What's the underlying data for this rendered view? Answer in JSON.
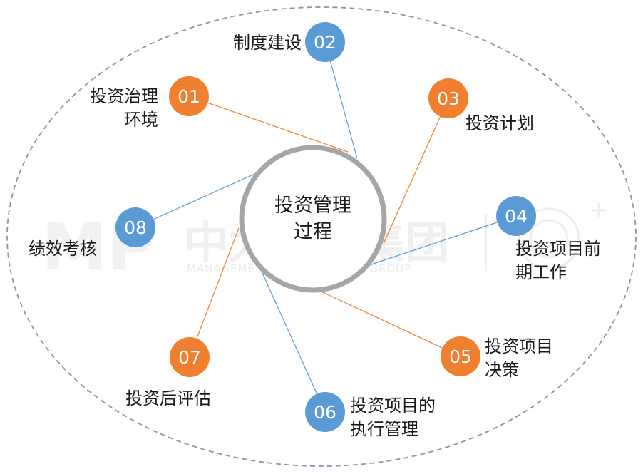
{
  "center": {
    "line1": "投资管理",
    "line2": "过程"
  },
  "watermark": {
    "logo": "MP",
    "name": "中大咨询集团",
    "subtitle": "MANAGEMENT PROFESSIONAL GROUP"
  },
  "colors": {
    "orange": "#f07f2f",
    "blue": "#5b9bd5",
    "ring": "#8497b0",
    "center_border": "#a6a6a6"
  },
  "nodes": [
    {
      "id": "01",
      "color": "orange",
      "label": [
        "投资治理",
        "环境"
      ]
    },
    {
      "id": "02",
      "color": "blue",
      "label": [
        "制度建设"
      ]
    },
    {
      "id": "03",
      "color": "orange",
      "label": [
        "投资计划"
      ]
    },
    {
      "id": "04",
      "color": "blue",
      "label": [
        "投资项目前",
        "期工作"
      ]
    },
    {
      "id": "05",
      "color": "orange",
      "label": [
        "投资项目",
        "决策"
      ]
    },
    {
      "id": "06",
      "color": "blue",
      "label": [
        "投资项目的",
        "执行管理"
      ]
    },
    {
      "id": "07",
      "color": "orange",
      "label": [
        "投资后评估"
      ]
    },
    {
      "id": "08",
      "color": "blue",
      "label": [
        "绩效考核"
      ]
    }
  ]
}
